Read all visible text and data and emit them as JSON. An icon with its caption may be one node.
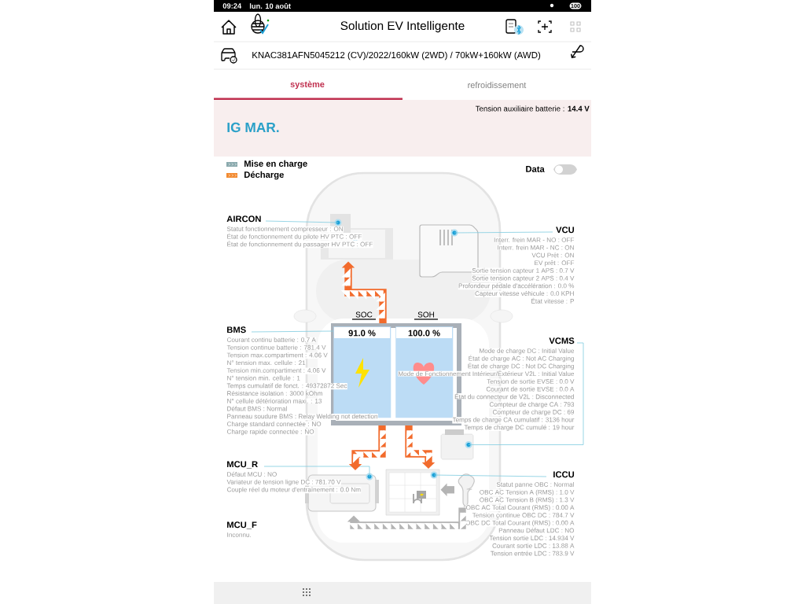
{
  "diagram": {
    "title": "Solution EV Intelligente",
    "nodes": [
      {
        "text": [
          "AIRCON",
          "Statut fonctionnement compresseur : ON",
          "État de fonctionnement du pilote HV PTC : OFF",
          "État de fonctionnement du passager HV PTC : OFF"
        ]
      },
      {
        "text": [],
        "shape": "picture"
      },
      {
        "text": [
          "VCU",
          "Interr. frein MAR - NO : OFF",
          "Interr. frein MAR - NC : ON",
          "VCU Prêt : ON",
          "EV prêt : OFF",
          "Sortie tension capteur 1 APS : 0.7 V",
          "Sortie tension capteur 2 APS : 0.4 V",
          "Profondeur pédale d'accélération : 0.0 %",
          "Capteur vitesse véhicule : 0.0 KPH",
          "État vitesse : P"
        ]
      },
      {
        "text": [],
        "shape": "picture"
      },
      {
        "text": [],
        "shape": "box"
      },
      {
        "text": [
          "SOC",
          "91.0 %"
        ],
        "in": 4
      },
      {
        "text": [
          "SOH",
          "100.0 %"
        ],
        "in": 4
      },
      {
        "text": [
          "BMS",
          "Courant continu batterie : 0.7 A",
          "Tension continue batterie : 781.4 V",
          "Tension max.compartiment : 4.06 V",
          "N° tension max. cellule : 21",
          "Tension min.compartiment : 4.06 V",
          "N° tension min. cellule : 1",
          "Temps cumulatif de fonct. : 49372872 Sec",
          "Résistance isolation : 3000 kOhm",
          "N° cellule détérioration maxi. : 13",
          "Défaut BMS : Normal",
          "Panneau soudure BMS : Relay Welding not detection",
          "Charge standard connectée : NO",
          "Charge rapide connectée : NO"
        ]
      },
      {
        "text": [
          "VCMS",
          "Mode de charge DC : Initial Value",
          "État de charge AC : Not AC Charging",
          "État de charge DC : Not DC Charging",
          "Mode de Fonctionnement Intérieur/Extérieur V2L : Initial Value",
          "Tension de sortie EVSE : 0.0 V",
          "Courant de sortie EVSE : 0.0 A",
          "État du connecteur de V2L : Disconnected",
          "Compteur de charge CA : 793",
          "Compteur de charge DC : 69",
          "Temps de charge CA cumulatif : 3136 hour",
          "Temps de charge DC cumulé : 19 hour"
        ]
      },
      {
        "text": [],
        "shape": "picture"
      },
      {
        "text": [
          "MCU_R",
          "Défaut MCU : NO",
          "Variateur de tension ligne DC : 781.70 V",
          "Couple réel du moteur d'entraînement : 0.0 Nm"
        ]
      },
      {
        "text": [],
        "shape": "picture"
      },
      {
        "text": [
          "ICCU",
          "Statut panne OBC : Normal",
          "OBC AC Tension A (RMS) : 1.0 V",
          "OBC AC Tension B (RMS) : 1.3 V",
          "OBC AC Total Courant (RMS) : 0.00 A",
          "Tension continue OBC DC : 784.7 V",
          "OBC DC Total Courant (RMS) : 0.00 A",
          "Panneau Défaut LDC : NO",
          "Tension sortie LDC : 14.934 V",
          "Courant sortie LDC : 13.88 A",
          "Tension entrée LDC : 783.9 V"
        ]
      },
      {
        "text": [],
        "shape": "picture"
      },
      {
        "text": [],
        "shape": "picture"
      },
      {
        "text": [
          "MCU_F",
          "Inconnu."
        ]
      }
    ],
    "edges": [
      {
        "from": 0,
        "to": 1,
        "arrow": "none"
      },
      {
        "from": 2,
        "to": 3,
        "arrow": "none"
      },
      {
        "from": 7,
        "to": 5,
        "arrow": "none"
      },
      {
        "from": 8,
        "to": 9,
        "arrow": "none"
      },
      {
        "from": 10,
        "to": 11,
        "arrow": "none"
      },
      {
        "from": 12,
        "to": 13,
        "arrow": "none"
      },
      {
        "from": 4,
        "to": 1,
        "arrow": "to",
        "style": "thick",
        "color": "#f26b2c"
      },
      {
        "from": 4,
        "to": 11,
        "arrow": "to",
        "style": "thick",
        "color": "#f26b2c"
      },
      {
        "from": 4,
        "to": 13,
        "arrow": "to",
        "style": "thick",
        "color": "#f26b2c"
      },
      {
        "from": 14,
        "to": 13,
        "arrow": "to",
        "style": "thick",
        "color": "#b4b4b4"
      },
      {
        "from": 14,
        "to": 11,
        "arrow": "to",
        "style": "thick",
        "color": "#b4b4b4"
      }
    ],
    "labels": [
      "09:24",
      "lun. 10 août",
      "100",
      "KNAC381AFN5045212 (CV)/2022/160kW (2WD) / 70kW+160kW (AWD)",
      "système",
      "refroidissement",
      "Tension auxiliaire batterie : **14.4 V**",
      "IG MAR.",
      "Data"
    ],
    "legend": [
      {
        "text": "Mise en charge",
        "color": "#8aa9ad"
      },
      {
        "text": "Décharge",
        "color": "#f28a30"
      }
    ]
  }
}
